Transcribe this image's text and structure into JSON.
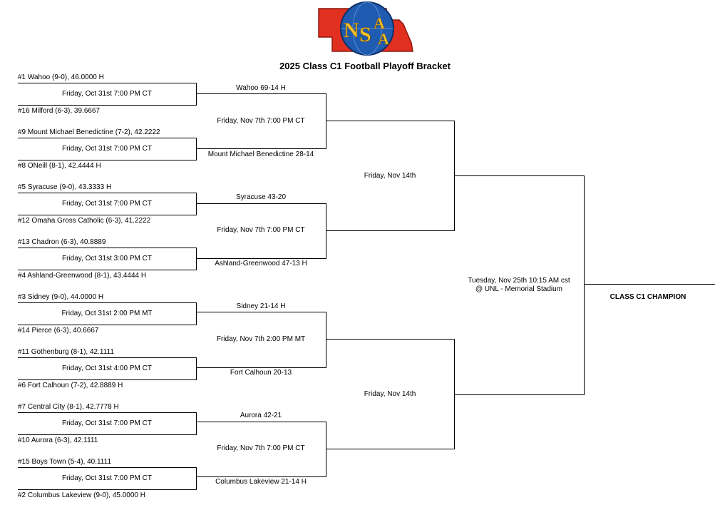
{
  "title": "2025 Class C1 Football Playoff Bracket",
  "logo": {
    "text": "NSAA",
    "colors": {
      "state": "#e1301f",
      "globe": "#1f5bb0",
      "letters": "#f2c230"
    }
  },
  "first_round": [
    {
      "top": "#1 Wahoo (9-0), 46.0000 H",
      "date": "Friday, Oct 31st 7:00 PM CT",
      "bottom": "#16 Milford (6-3), 39.6667"
    },
    {
      "top": "#9 Mount Michael Benedictine (7-2), 42.2222",
      "date": "Friday, Oct 31st 7:00 PM CT",
      "bottom": "#8 ONeill (8-1), 42.4444 H"
    },
    {
      "top": "#5 Syracuse (9-0), 43.3333 H",
      "date": "Friday, Oct 31st 7:00 PM CT",
      "bottom": "#12 Omaha Gross Catholic (6-3), 41.2222"
    },
    {
      "top": "#13 Chadron (6-3), 40.8889",
      "date": "Friday, Oct 31st 3:00 PM CT",
      "bottom": "#4 Ashland-Greenwood (8-1), 43.4444 H"
    },
    {
      "top": "#3 Sidney (9-0), 44.0000 H",
      "date": "Friday, Oct 31st 2:00 PM MT",
      "bottom": "#14 Pierce (6-3), 40.6667"
    },
    {
      "top": "#11 Gothenburg (8-1), 42.1111",
      "date": "Friday, Oct 31st 4:00 PM CT",
      "bottom": "#6 Fort Calhoun (7-2), 42.8889 H"
    },
    {
      "top": "#7 Central City (8-1), 42.7778 H",
      "date": "Friday, Oct 31st 7:00 PM CT",
      "bottom": "#10 Aurora (6-3), 42.1111"
    },
    {
      "top": "#15 Boys Town (5-4), 40.1111",
      "date": "Friday, Oct 31st 7:00 PM CT",
      "bottom": "#2 Columbus Lakeview (9-0), 45.0000 H"
    }
  ],
  "quarterfinals": [
    {
      "top": "Wahoo 69-14 H",
      "date": "Friday, Nov 7th 7:00 PM CT",
      "bottom": "Mount Michael Benedictine 28-14"
    },
    {
      "top": "Syracuse 43-20",
      "date": "Friday, Nov 7th 7:00 PM CT",
      "bottom": "Ashland-Greenwood 47-13 H"
    },
    {
      "top": "Sidney 21-14 H",
      "date": "Friday, Nov 7th 2:00 PM MT",
      "bottom": "Fort Calhoun 20-13"
    },
    {
      "top": "Aurora 42-21",
      "date": "Friday, Nov 7th 7:00 PM CT",
      "bottom": "Columbus Lakeview 21-14 H"
    }
  ],
  "semifinals": [
    {
      "date": "Friday, Nov 14th"
    },
    {
      "date": "Friday, Nov 14th"
    }
  ],
  "final": {
    "date": "Tuesday, Nov 25th 10:15 AM cst",
    "venue": "@ UNL - Memorial Stadium"
  },
  "champion_label": "CLASS C1 CHAMPION"
}
